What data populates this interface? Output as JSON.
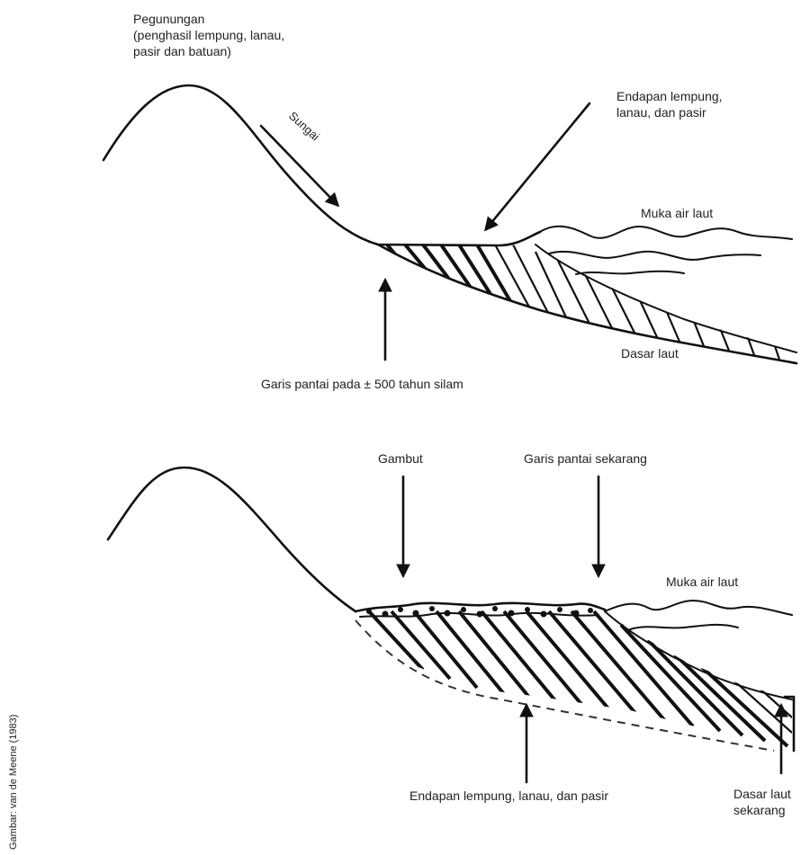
{
  "top_diagram": {
    "mountain_label": "Pegunungan\n(penghasil lempung, lanau,\npasir dan batuan)",
    "river_label": "Sungai",
    "sediment_label": "Endapan lempung,\nlanau, dan pasir",
    "sea_level_label": "Muka air laut",
    "seabed_label": "Dasar laut",
    "coastline_label": "Garis pantai pada ± 500 tahun silam"
  },
  "bottom_diagram": {
    "peat_label": "Gambut",
    "current_coast_label": "Garis pantai sekarang",
    "sea_level_label": "Muka air laut",
    "sediment_label": "Endapan lempung, lanau, dan pasir",
    "seabed_label": "Dasar laut\nsekarang"
  },
  "credit": "Gambar: van de Meene (1983)"
}
